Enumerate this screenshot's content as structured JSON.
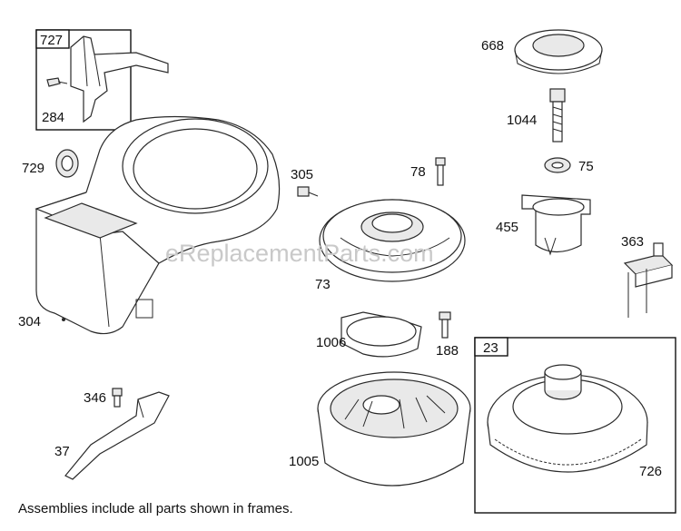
{
  "watermark": "eReplacementParts.com",
  "footer_note": "Assemblies include all parts shown in frames.",
  "frames": [
    {
      "id": "frame-727",
      "label": "727"
    },
    {
      "id": "frame-23",
      "label": "23"
    }
  ],
  "parts": [
    {
      "id": "284",
      "label": "284"
    },
    {
      "id": "729",
      "label": "729"
    },
    {
      "id": "304",
      "label": "304"
    },
    {
      "id": "305",
      "label": "305"
    },
    {
      "id": "78",
      "label": "78"
    },
    {
      "id": "73",
      "label": "73"
    },
    {
      "id": "668",
      "label": "668"
    },
    {
      "id": "1044",
      "label": "1044"
    },
    {
      "id": "75",
      "label": "75"
    },
    {
      "id": "455",
      "label": "455"
    },
    {
      "id": "363",
      "label": "363"
    },
    {
      "id": "1006",
      "label": "1006"
    },
    {
      "id": "188",
      "label": "188"
    },
    {
      "id": "346",
      "label": "346"
    },
    {
      "id": "37",
      "label": "37"
    },
    {
      "id": "1005",
      "label": "1005"
    },
    {
      "id": "726",
      "label": "726"
    }
  ]
}
